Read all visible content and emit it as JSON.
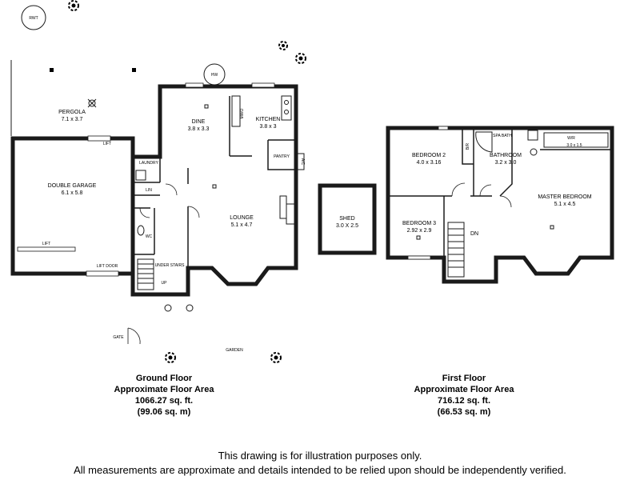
{
  "labels": {
    "rwt": "RWT",
    "hw": "HW",
    "pergola": "PERGOLA",
    "pergola_dim": "7.1 x 3.7",
    "dine": "DINE",
    "dine_dim": "3.8 x 3.3",
    "kitchen": "KITCHEN",
    "kitchen_dim": "3.8 x 3",
    "pantry": "PANTRY",
    "ac": "A/C",
    "laundry": "LAUNDRY",
    "lin": "LIN",
    "wc": "WC",
    "double_garage": "DOUBLE GARAGE",
    "double_garage_dim": "6.1 x 5.8",
    "lift_top": "LIFT",
    "lift_left": "LIFT",
    "lift_door": "LIFT DOOR",
    "under_stairs": "UNDER STAIRS",
    "up": "UP",
    "lounge": "LOUNGE",
    "lounge_dim": "5.1 x 4.7",
    "shed": "SHED",
    "shed_dim": "3.0 X 2.5",
    "gate": "GATE",
    "garden": "GARDEN",
    "mwo": "MWO",
    "bedroom2": "BEDROOM 2",
    "bedroom2_dim": "4.0 x 3.16",
    "br": "B/R",
    "spa_bath": "SPA BATH",
    "bathroom": "BATHROOM",
    "bathroom_dim": "3.2 x 3.0",
    "wr": "W/R",
    "wr_dim": "3.0 x 1.5",
    "master_bedroom": "MASTER BEDROOM",
    "master_bedroom_dim": "5.1 x 4.5",
    "bedroom3": "BEDROOM 3",
    "bedroom3_dim": "2.92 x 2.9",
    "dn": "DN"
  },
  "captions": {
    "ground": {
      "name": "Ground Floor",
      "area_title": "Approximate Floor Area",
      "sqft": "1066.27 sq. ft.",
      "sqm": "(99.06 sq. m)"
    },
    "first": {
      "name": "First Floor",
      "area_title": "Approximate Floor Area",
      "sqft": "716.12 sq. ft.",
      "sqm": "(66.53 sq. m)"
    }
  },
  "disclaimer": {
    "line1": "This drawing is for illustration purposes only.",
    "line2": "All measurements are approximate and details intended to be relied upon should be independently verified."
  }
}
